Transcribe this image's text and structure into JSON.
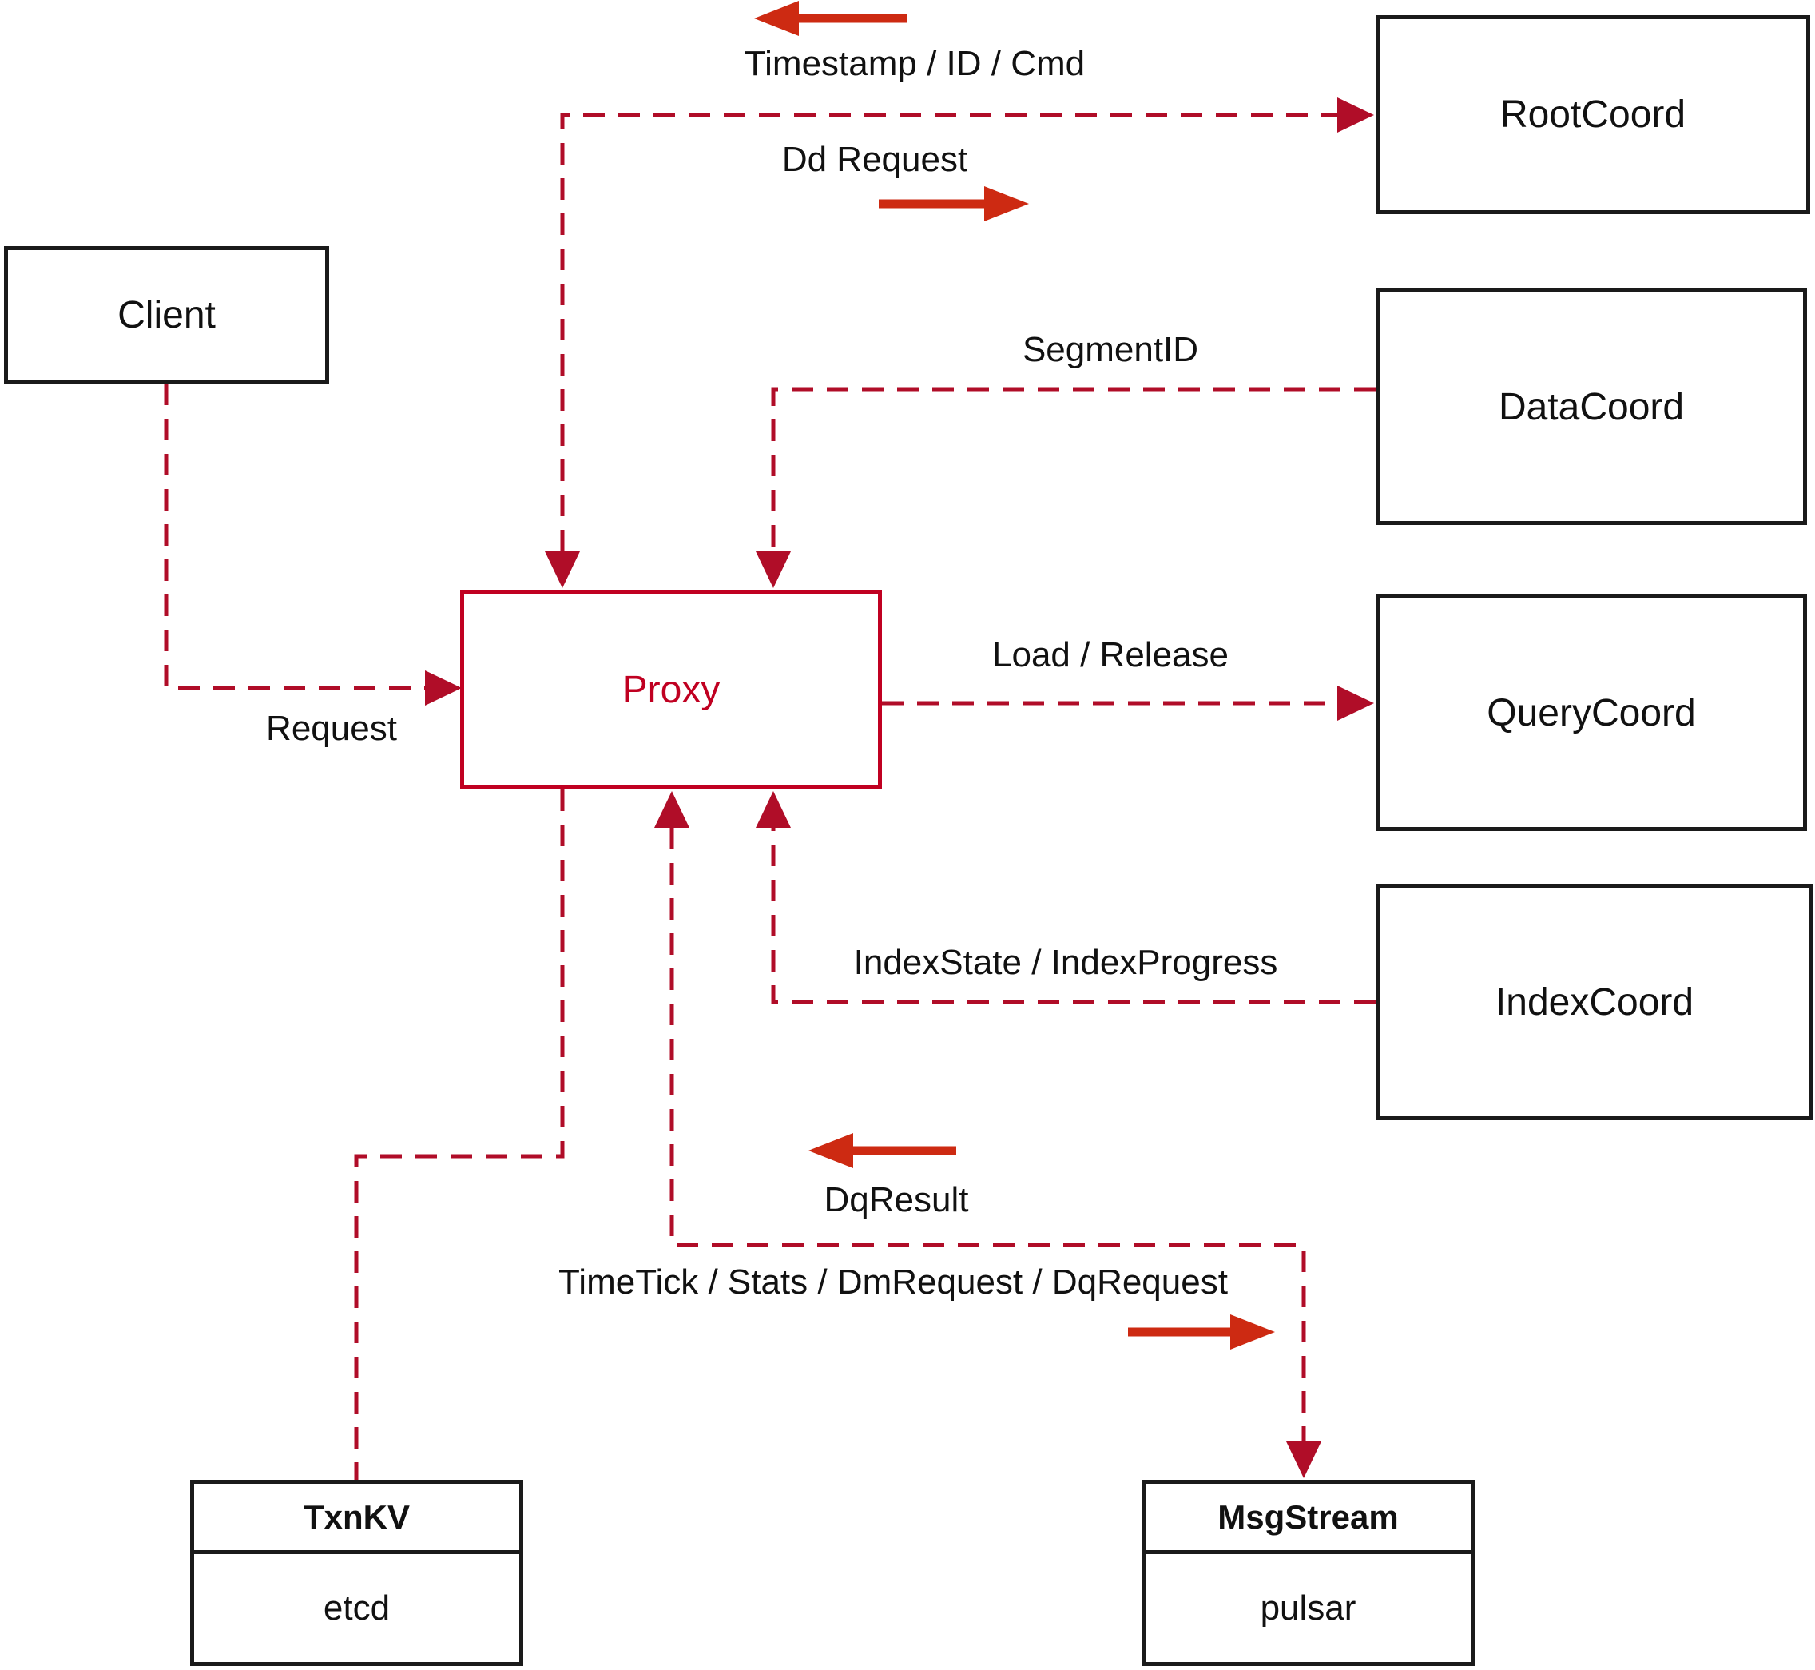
{
  "diagram": {
    "nodes": {
      "client": {
        "label": "Client"
      },
      "proxy": {
        "label": "Proxy"
      },
      "root_coord": {
        "label": "RootCoord"
      },
      "data_coord": {
        "label": "DataCoord"
      },
      "query_coord": {
        "label": "QueryCoord"
      },
      "index_coord": {
        "label": "IndexCoord"
      },
      "txn_kv": {
        "title": "TxnKV",
        "impl": "etcd"
      },
      "msg_stream": {
        "title": "MsgStream",
        "impl": "pulsar"
      }
    },
    "edge_labels": {
      "timestamp_id_cmd": "Timestamp / ID / Cmd",
      "dd_request": "Dd Request",
      "segment_id": "SegmentID",
      "load_release": "Load / Release",
      "index_state": "IndexState / IndexProgress",
      "request": "Request",
      "dq_result": "DqResult",
      "time_tick": "TimeTick / Stats / DmRequest / DqRequest"
    },
    "colors": {
      "dashed_line": "#b00d28",
      "solid_arrow": "#cd2a12",
      "proxy_accent": "#c00021",
      "box_border": "#1a1a1a"
    }
  }
}
